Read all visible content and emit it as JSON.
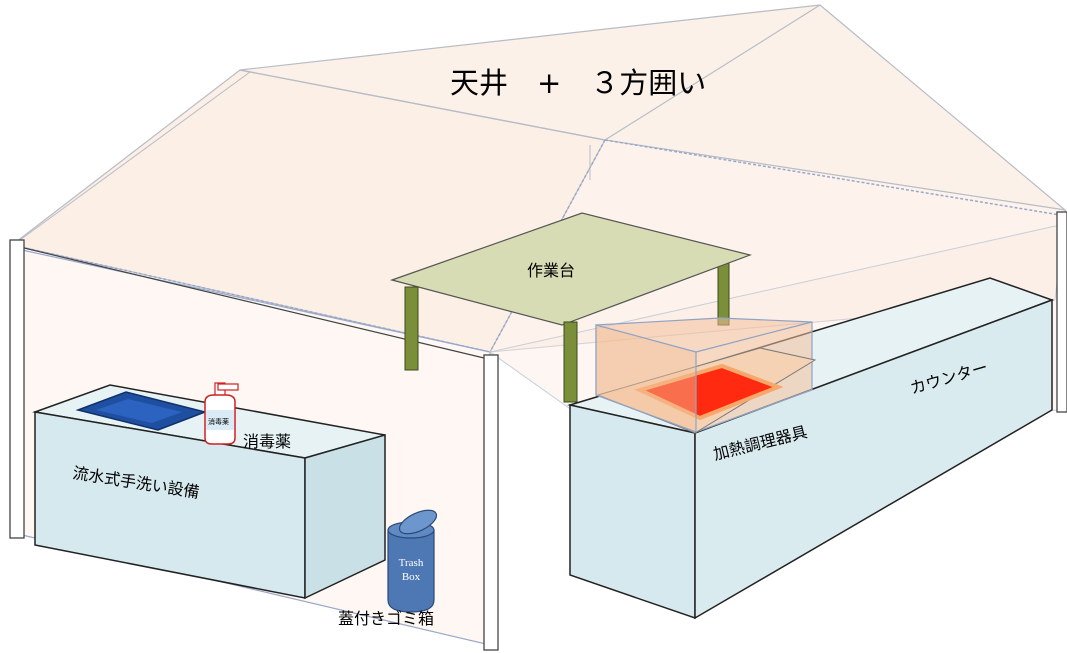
{
  "title": "天井　+　３方囲い",
  "labels": {
    "work_table": "作業台",
    "counter": "カウンター",
    "heater": "加熱調理器具",
    "sink": "流水式手洗い設備",
    "disinfectant": "消毒薬",
    "disinfectant_bottle": "消毒薬",
    "trash_can": "蓋付きゴミ箱",
    "trash_line1": "Trash",
    "trash_line2": "Box"
  },
  "colors": {
    "tent_fill": "#fbe9dd",
    "tent_edge": "#9da8b8",
    "counter_fill": "#d9ebef",
    "table_top": "#d8dcb4",
    "table_leg": "#7b8f3a",
    "heater_box": "#f2c09a",
    "heater_plate": "#ff2a10",
    "sink_basin": "#1f4fa0",
    "trash_can": "#4e78b4"
  }
}
